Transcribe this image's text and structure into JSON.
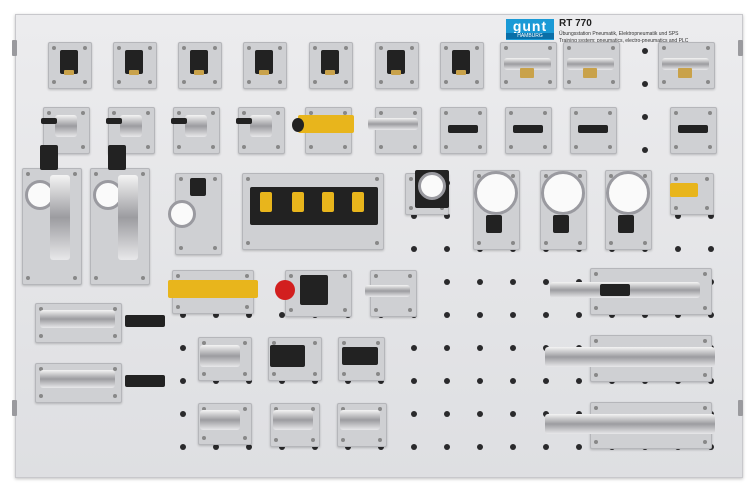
{
  "product": {
    "logo_text": "gunt",
    "logo_subtext": "HAMBURG",
    "model": "RT 770",
    "subtitle_de": "Übungsstation Pneumatik, Elektropneumatik und SPS",
    "subtitle_en": "Training system: pneumatics, electro-pneumatics and PLC"
  },
  "colors": {
    "panel": "#e6e7ea",
    "logo": "#1a9ad6",
    "valve_body": "#e8b51c"
  }
}
